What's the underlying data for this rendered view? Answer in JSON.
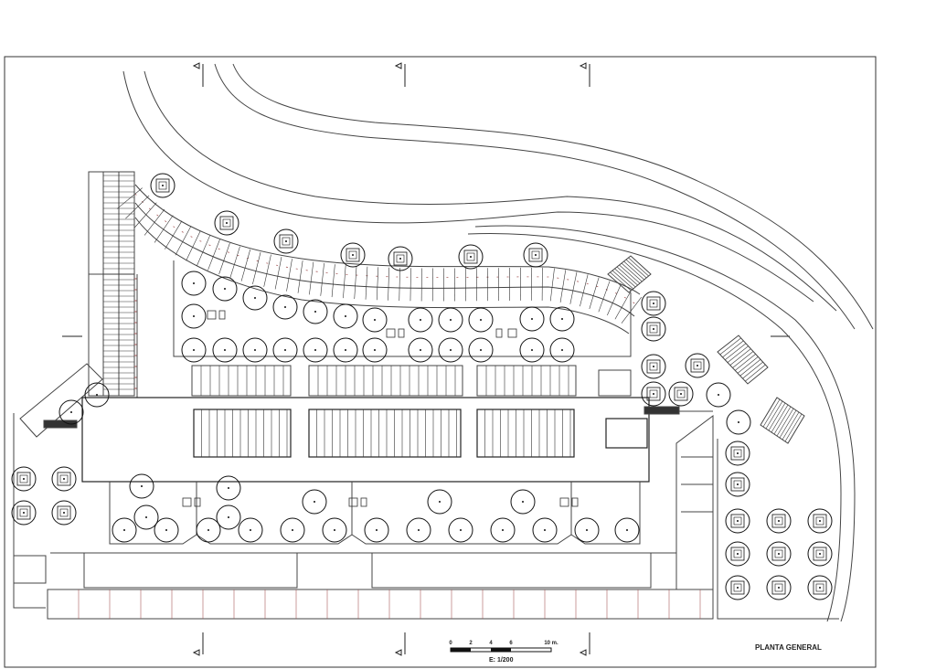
{
  "title": "PLANTA GENERAL",
  "scale": {
    "text": "E: 1/200",
    "ticks": [
      "0",
      "2",
      "4",
      "6",
      "10 m."
    ],
    "tick_values": [
      0,
      2,
      4,
      6,
      10
    ]
  },
  "colors": {
    "line": "#333333",
    "accent": "#a85a5a",
    "paper": "#ffffff"
  }
}
